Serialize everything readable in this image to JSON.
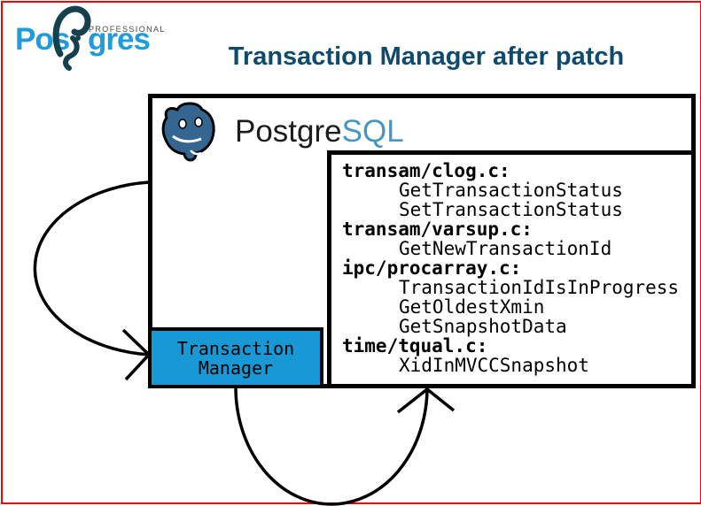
{
  "slide": {
    "title": "Transaction Manager after patch"
  },
  "brand": {
    "name_pre": "Pos",
    "name_post": "gres",
    "subtitle": "PROFESSIONAL"
  },
  "diagram": {
    "pg_wordmark": {
      "pre": "Postgre",
      "sql": "SQL"
    },
    "tm_box": {
      "line1": "Transaction",
      "line2": "Manager"
    },
    "code": {
      "sections": [
        {
          "file": "transam/clog.c:",
          "functions": [
            "GetTransactionStatus",
            "SetTransactionStatus"
          ]
        },
        {
          "file": "transam/varsup.c:",
          "functions": [
            "GetNewTransactionId"
          ]
        },
        {
          "file": "ipc/procarray.c:",
          "functions": [
            "TransactionIdIsInProgress",
            "GetOldestXmin",
            "GetSnapshotData"
          ]
        },
        {
          "file": "time/tqual.c:",
          "functions": [
            "XidInMVCCSnapshot"
          ]
        }
      ]
    }
  },
  "colors": {
    "frame_border": "#fe0000",
    "title_text": "#0d4a6e",
    "brand_blue": "#1f9cd9",
    "brand_dark": "#14404f",
    "elephant_blue": "#336791",
    "wordmark_sql_blue": "#4696c0",
    "tm_box_fill": "#1899d6",
    "line_black": "#000000"
  }
}
